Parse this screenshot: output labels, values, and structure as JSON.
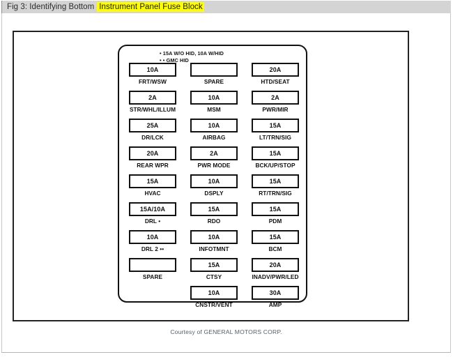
{
  "caption": {
    "prefix": "Fig 3: Identifying Bottom",
    "highlight": "Instrument Panel Fuse Block",
    "highlight_color": "#ffff00"
  },
  "legend": [
    "• 15A W/O HID, 10A W/HID",
    "• • GMC HID"
  ],
  "fuse_block": {
    "columns": [
      {
        "name": "column-1",
        "fuses": [
          {
            "amp": "10A",
            "label": "FRT/WSW"
          },
          {
            "amp": "2A",
            "label": "STR/WHL/ILLUM"
          },
          {
            "amp": "25A",
            "label": "DR/LCK"
          },
          {
            "amp": "20A",
            "label": "REAR WPR"
          },
          {
            "amp": "15A",
            "label": "HVAC"
          },
          {
            "amp": "15A/10A",
            "label": "DRL •"
          },
          {
            "amp": "10A",
            "label": "DRL 2 ••"
          },
          {
            "amp": "",
            "label": "SPARE"
          }
        ]
      },
      {
        "name": "column-2",
        "fuses": [
          {
            "amp": "",
            "label": "SPARE"
          },
          {
            "amp": "10A",
            "label": "MSM"
          },
          {
            "amp": "10A",
            "label": "AIRBAG"
          },
          {
            "amp": "2A",
            "label": "PWR MODE"
          },
          {
            "amp": "10A",
            "label": "DSPLY"
          },
          {
            "amp": "15A",
            "label": "RDO"
          },
          {
            "amp": "10A",
            "label": "INFOTMNT"
          },
          {
            "amp": "15A",
            "label": "CTSY"
          },
          {
            "amp": "10A",
            "label": "CNSTR/VENT"
          }
        ]
      },
      {
        "name": "column-3",
        "fuses": [
          {
            "amp": "20A",
            "label": "HTD/SEAT"
          },
          {
            "amp": "2A",
            "label": "PWR/MIR"
          },
          {
            "amp": "15A",
            "label": "LT/TRN/SIG"
          },
          {
            "amp": "15A",
            "label": "BCK/UP/STOP"
          },
          {
            "amp": "15A",
            "label": "RT/TRN/SIG"
          },
          {
            "amp": "15A",
            "label": "PDM"
          },
          {
            "amp": "15A",
            "label": "BCM"
          },
          {
            "amp": "20A",
            "label": "INADV/PWR/LED"
          },
          {
            "amp": "30A",
            "label": "AMP"
          }
        ]
      }
    ]
  },
  "courtesy": "Courtesy of GENERAL MOTORS CORP."
}
